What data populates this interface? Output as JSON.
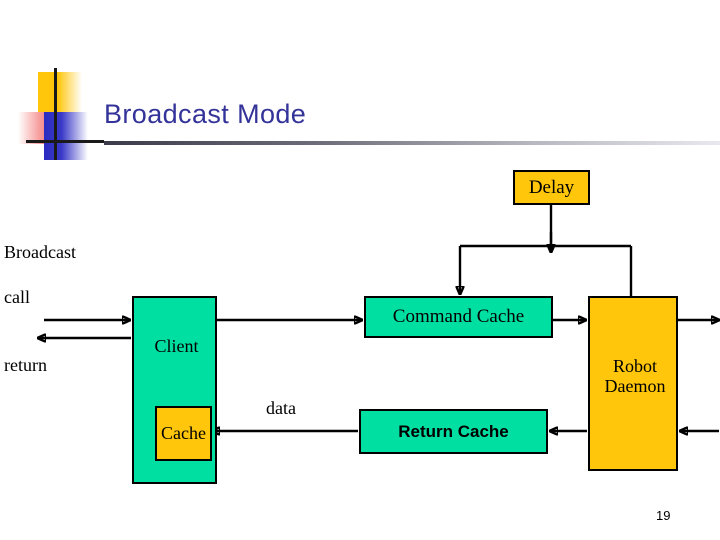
{
  "slide": {
    "title": "Broadcast Mode",
    "page_number": "19",
    "title_color": "#333399",
    "accent_green": "#00DFA2",
    "accent_gold": "#FFC60B"
  },
  "decoration": {
    "yellow_square": "yellow-gradient-square",
    "red_square": "red-gradient-square",
    "blue_square": "blue-gradient-square",
    "vertical_bar": "black-vertical-bar",
    "horizontal_bar": "black-horizontal-bar"
  },
  "diagram": {
    "nodes": [
      {
        "id": "delay",
        "label": "Delay",
        "color": "#FFC60B"
      },
      {
        "id": "client",
        "label": "Client",
        "color": "#00DFA2"
      },
      {
        "id": "client_cache",
        "label": "Cache",
        "color": "#FFC60B"
      },
      {
        "id": "command_cache",
        "label": "Command Cache",
        "color": "#00DFA2"
      },
      {
        "id": "return_cache",
        "label": "Return Cache",
        "color": "#00DFA2"
      },
      {
        "id": "robot_daemon",
        "label": "Robot Daemon",
        "color": "#FFC60B",
        "line1": "Robot",
        "line2": "Daemon"
      }
    ],
    "edge_labels": {
      "broadcast": "Broadcast",
      "call": "call",
      "return": "return",
      "data": "data"
    },
    "connections": [
      {
        "from": "left-edge",
        "to": "client",
        "direction": "right",
        "label": "call"
      },
      {
        "from": "client",
        "to": "left-edge",
        "direction": "left",
        "label": "return"
      },
      {
        "from": "client",
        "to": "command_cache",
        "direction": "right",
        "label": ""
      },
      {
        "from": "delay",
        "to": "command_cache",
        "direction": "down",
        "label": ""
      },
      {
        "from": "delay",
        "to": "robot_daemon",
        "direction": "down",
        "label": ""
      },
      {
        "from": "command_cache",
        "to": "robot_daemon",
        "direction": "right",
        "label": ""
      },
      {
        "from": "robot_daemon",
        "to": "right-edge",
        "direction": "right",
        "label": ""
      },
      {
        "from": "right-edge",
        "to": "robot_daemon",
        "direction": "left",
        "label": ""
      },
      {
        "from": "robot_daemon",
        "to": "return_cache",
        "direction": "left",
        "label": ""
      },
      {
        "from": "return_cache",
        "to": "client_cache",
        "direction": "left",
        "label": "data"
      }
    ]
  }
}
